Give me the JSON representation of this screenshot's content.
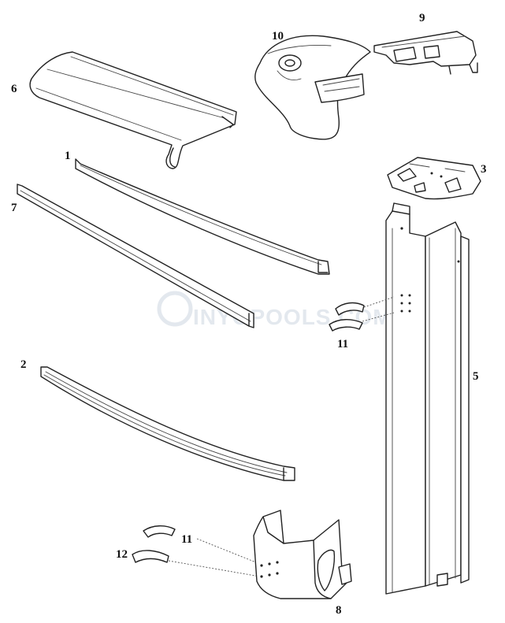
{
  "labels": {
    "p1": "1",
    "p2": "2",
    "p3": "3",
    "p5": "5",
    "p6": "6",
    "p7": "7",
    "p8": "8",
    "p9": "9",
    "p10": "10",
    "p11a": "11",
    "p11b": "11",
    "p12": "12"
  },
  "watermark": "INYOPOOLS.COM"
}
